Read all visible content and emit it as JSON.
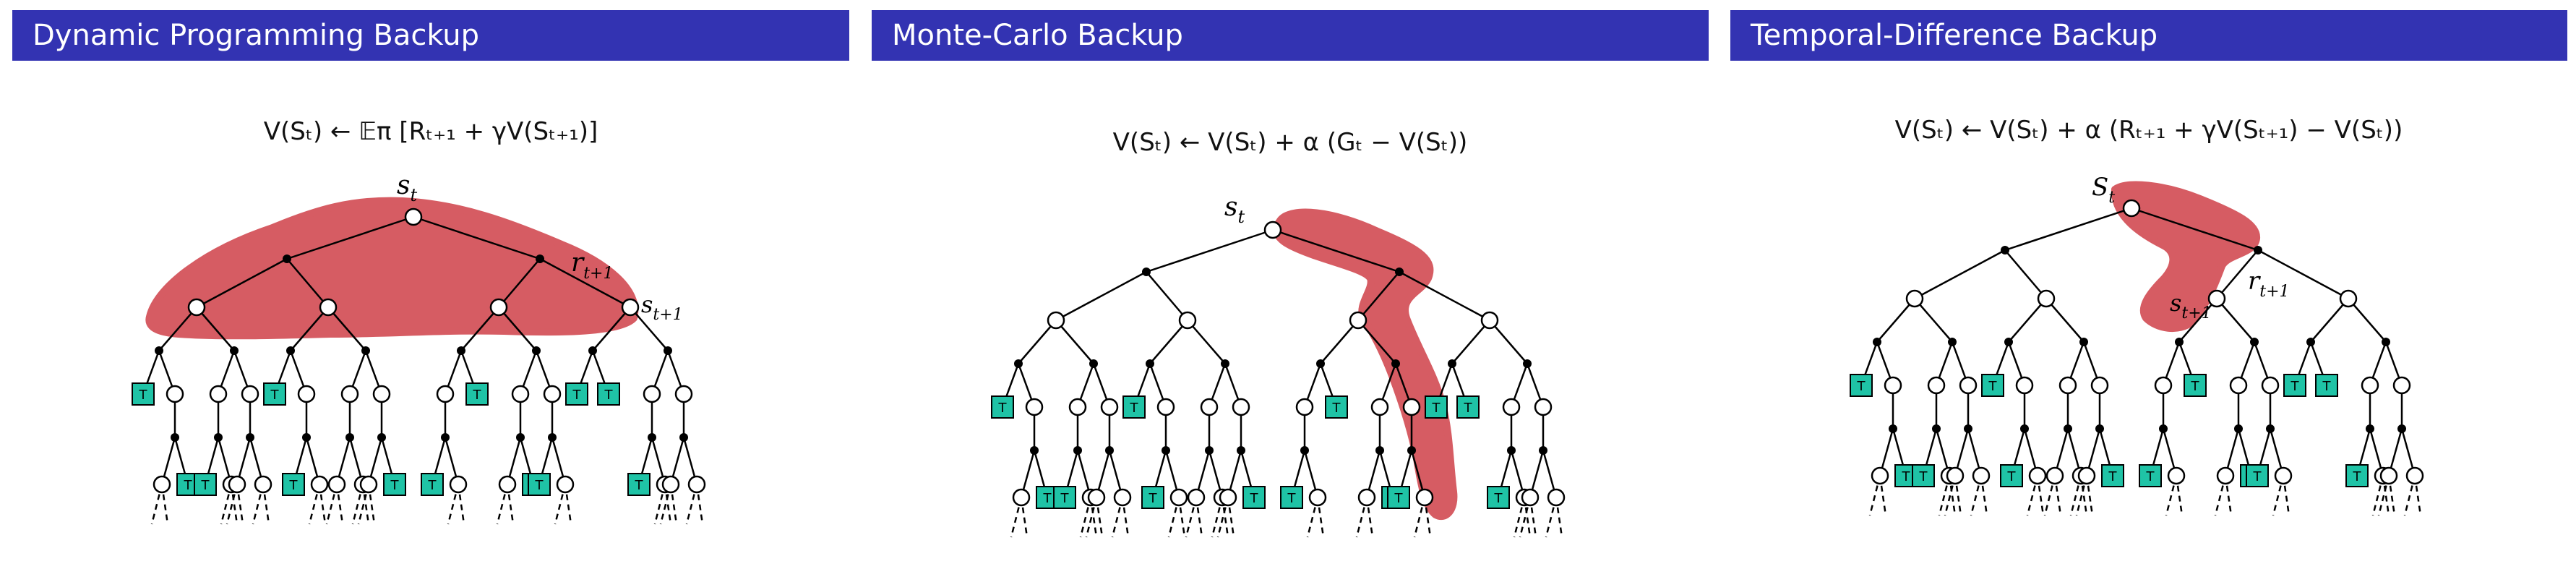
{
  "panels": [
    {
      "title": "Dynamic Programming Backup",
      "formula": "V(Sₜ) ← 𝔼π [Rₜ₊₁ + γV(Sₜ₊₁)]",
      "labels": {
        "s_t": "s",
        "s_t_sub": "t",
        "r": "r",
        "r_sub": "t+1",
        "s_next": "s",
        "s_next_sub": "t+1"
      }
    },
    {
      "title": "Monte-Carlo Backup",
      "formula": "V(Sₜ) ← V(Sₜ) + α (Gₜ − V(Sₜ))",
      "labels": {
        "s_t": "s",
        "s_t_sub": "t"
      }
    },
    {
      "title": "Temporal-Difference Backup",
      "formula": "V(Sₜ) ← V(Sₜ) + α (Rₜ₊₁ + γV(Sₜ₊₁) − V(Sₜ))",
      "labels": {
        "s_t": "S",
        "s_t_sub": "t",
        "r": "r",
        "r_sub": "t+1",
        "s_next": "s",
        "s_next_sub": "t+1"
      }
    }
  ],
  "terminal_label": "T",
  "colors": {
    "header_bg": "#3333b2",
    "highlight": "#d65c63",
    "terminal": "#1fc3a6"
  }
}
